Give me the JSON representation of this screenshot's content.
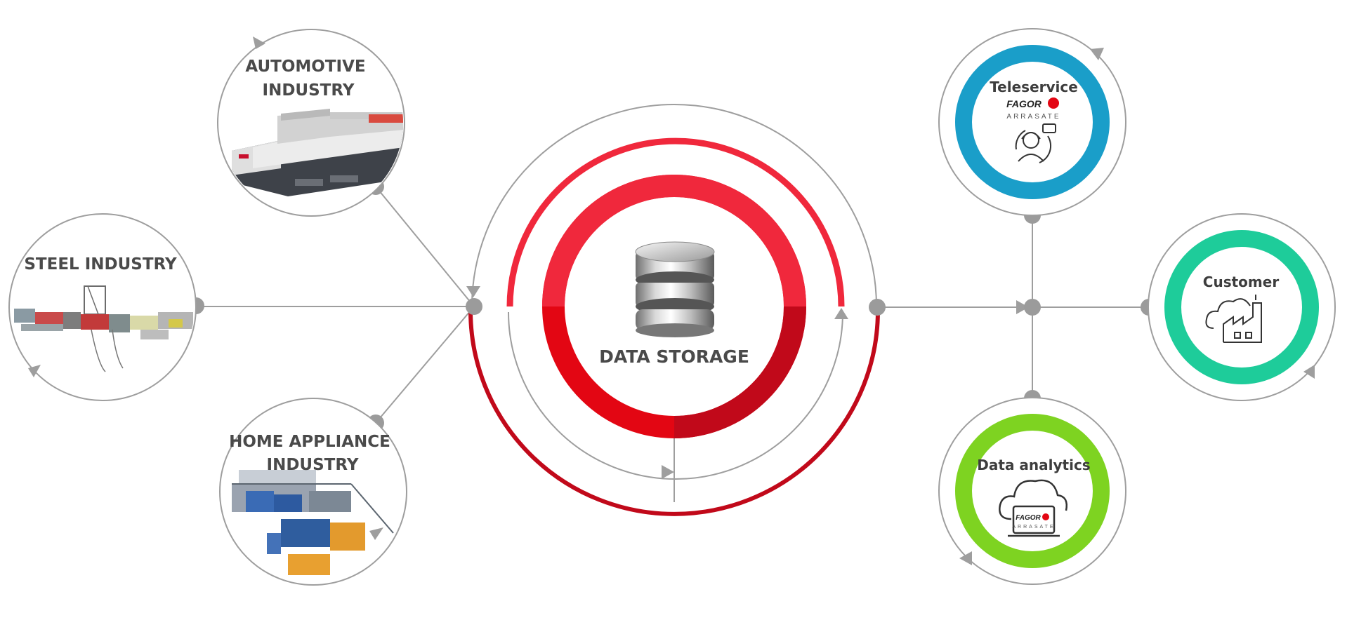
{
  "colors": {
    "line": "#9e9e9e",
    "node": "#9b9b9b",
    "red": "#e30613",
    "red_dark": "#c1091a",
    "red_light": "#f0283c",
    "teleservice": "#1a9ec9",
    "customer": "#1ecc9a",
    "analytics": "#7ed321",
    "label": "#4a4a4a"
  },
  "center": {
    "label": "DATA STORAGE",
    "icon": "database-icon"
  },
  "sources": [
    {
      "id": "automotive",
      "lines": [
        "AUTOMOTIVE",
        "INDUSTRY"
      ],
      "image": "automotive-press-line-image"
    },
    {
      "id": "steel",
      "lines": [
        "STEEL INDUSTRY"
      ],
      "image": "steel-processing-line-image"
    },
    {
      "id": "home",
      "lines": [
        "HOME APPLIANCE",
        "INDUSTRY"
      ],
      "image": "home-appliance-line-image"
    }
  ],
  "outputs": {
    "teleservice": {
      "label": "Teleservice",
      "logo": "FAGOR",
      "logo_sub": "ARRASATE",
      "icon": "support-agent-icon"
    },
    "customer": {
      "label": "Customer",
      "icon": "cloud-factory-icon"
    },
    "analytics": {
      "label": "Data analytics",
      "logo": "FAGOR",
      "logo_sub": "ARRASATE",
      "icon": "cloud-laptop-icon"
    }
  }
}
